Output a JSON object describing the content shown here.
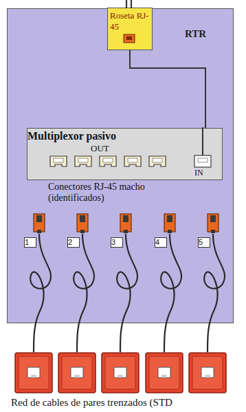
{
  "diagram": {
    "caption": "Red de cables de pares trenzados (STD",
    "nodes": [
      {
        "text": [
          "RTR"
        ]
      },
      {
        "text": [
          "Roseta RJ-45"
        ],
        "in": 0
      },
      {
        "text": [
          "Multiplexor pasivo",
          "OUT",
          "IN"
        ],
        "in": 0
      },
      {
        "text": [
          "1"
        ],
        "in": 0
      },
      {
        "text": [
          "2"
        ],
        "in": 0
      },
      {
        "text": [
          "3"
        ],
        "in": 0
      },
      {
        "text": [
          "4"
        ],
        "in": 0
      },
      {
        "text": [
          "5"
        ],
        "in": 0
      }
    ],
    "edges": [
      {
        "from": 1,
        "to": 2,
        "arrow": "none"
      }
    ],
    "labels": [
      "Conectores RJ-45 macho (identificados)"
    ]
  }
}
